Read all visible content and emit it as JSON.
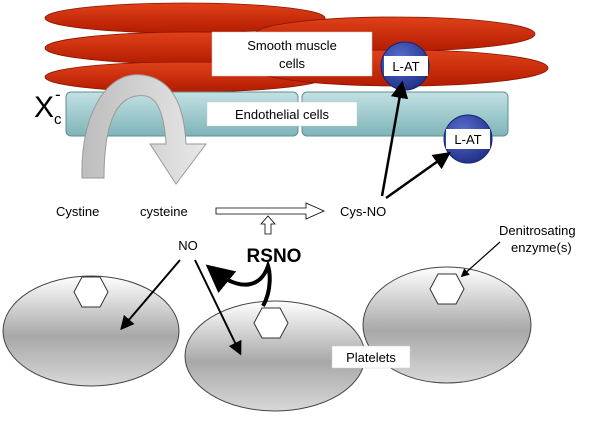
{
  "diagram": {
    "labels": {
      "smooth_muscle_line1": "Smooth muscle",
      "smooth_muscle_line2": "cells",
      "endothelial": "Endothelial cells",
      "lat_top": "L-AT",
      "lat_bottom": "L-AT",
      "xc_main": "X",
      "xc_sub": "c",
      "xc_sup": "-",
      "cystine": "Cystine",
      "cysteine": "cysteine",
      "cys_no": "Cys-NO",
      "no": "NO",
      "rsno": "RSNO",
      "denitrosating_line1": "Denitrosating",
      "denitrosating_line2": "enzyme(s)",
      "platelets": "Platelets"
    },
    "colors": {
      "smooth_muscle": "#cc2200",
      "endothelial": "#9ec9cc",
      "transporter": "#2b3f9e",
      "platelet_light": "#ffffff",
      "platelet_dark": "#8a8a8a"
    }
  }
}
